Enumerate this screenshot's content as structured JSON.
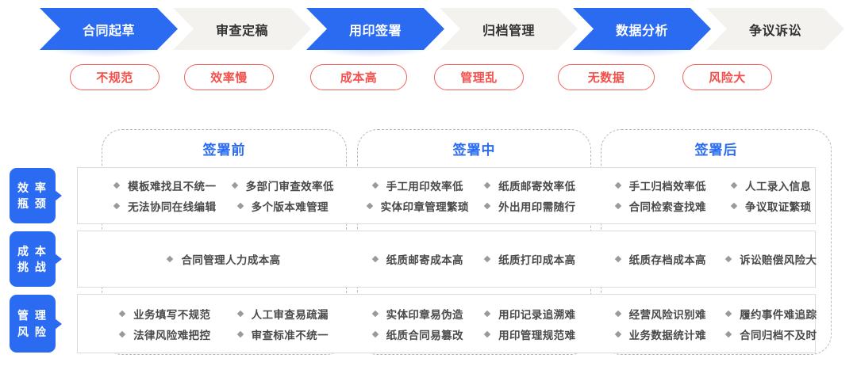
{
  "colors": {
    "brand_blue": "#2a6bf2",
    "inactive_gray": "#f4f2ef",
    "badge_red": "#f4504b",
    "badge_border": "#f4615c",
    "text_dark": "#4a4a4a",
    "dashed_border": "#b9b9b9"
  },
  "flow": {
    "steps": [
      {
        "label": "合同起草",
        "active": true
      },
      {
        "label": "审查定稿",
        "active": false
      },
      {
        "label": "用印签署",
        "active": true
      },
      {
        "label": "归档管理",
        "active": false
      },
      {
        "label": "数据分析",
        "active": true
      },
      {
        "label": "争议诉讼",
        "active": false
      }
    ]
  },
  "badges": [
    {
      "label": "不规范"
    },
    {
      "label": "效率慢"
    },
    {
      "label": "成本高"
    },
    {
      "label": "管理乱"
    },
    {
      "label": "无数据"
    },
    {
      "label": "风险大"
    }
  ],
  "matrix": {
    "columns": [
      {
        "title": "签署前"
      },
      {
        "title": "签署中"
      },
      {
        "title": "签署后"
      }
    ],
    "rows": [
      {
        "tag_line1": "效 率",
        "tag_line2": "瓶 颈",
        "cells": [
          [
            "模板难找且不统一",
            "多部门审查效率低",
            "无法协同在线编辑",
            "多个版本难管理"
          ],
          [
            "手工用印效率低",
            "纸质邮寄效率低",
            "实体印章管理繁琐",
            "外出用印需随行"
          ],
          [
            "手工归档效率低",
            "人工录入信息",
            "合同检索查找难",
            "争议取证繁琐"
          ]
        ]
      },
      {
        "tag_line1": "成 本",
        "tag_line2": "挑 战",
        "cells": [
          [
            "合同管理人力成本高"
          ],
          [
            "纸质邮寄成本高",
            "纸质打印成本高"
          ],
          [
            "纸质存档成本高",
            "诉讼赔偿风险大"
          ]
        ]
      },
      {
        "tag_line1": "管 理",
        "tag_line2": "风 险",
        "cells": [
          [
            "业务填写不规范",
            "人工审查易疏漏",
            "法律风险难把控",
            "审查标准不统一"
          ],
          [
            "实体印章易伪造",
            "用印记录追溯难",
            "纸质合同易篡改",
            "用印管理规范难"
          ],
          [
            "经营风险识别难",
            "履约事件难追踪",
            "业务数据统计难",
            "合同归档不及时"
          ]
        ]
      }
    ]
  }
}
